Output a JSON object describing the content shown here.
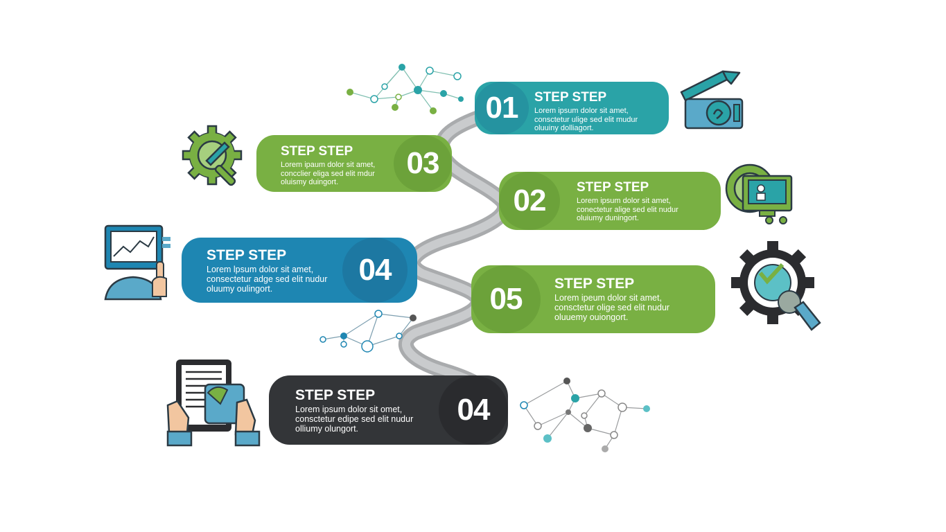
{
  "steps": [
    {
      "number": "01",
      "title": "STEP STEP",
      "desc": "Lorem ipsum dolor sit amet, consctetur ulige sed elit mudur oluuiny dolliagort."
    },
    {
      "number": "03",
      "title": "STEP STEP",
      "desc": "Lorem ipaum dolor sit amet, concclier eliga sed elit mdur oluismy duingort."
    },
    {
      "number": "02",
      "title": "STEP STEP",
      "desc": "Lorem ipsum dolor sit amet, conectetur alige sed elit nudur oluiumy duningort."
    },
    {
      "number": "04",
      "title": "STEP STEP",
      "desc": "Lorem lpsum dolor sit amet, consectetur adge sed elit nudur oluumy oulingort."
    },
    {
      "number": "05",
      "title": "STEP STEP",
      "desc": "Lorem ipeum dolor sit amet, consctetur olige sed elit nudur oluuemy ouiongort."
    },
    {
      "number": "04",
      "title": "STEP STEP",
      "desc": "Lorem ipsum dolor sit omet, consctetur edipe sed elit nudur olliumy olungort."
    }
  ],
  "colors": {
    "teal": "#2aa3a7",
    "green": "#79b043",
    "blue": "#1e86b2",
    "dark": "#333538",
    "road": "#a9abad"
  },
  "icons": [
    "megaphone-box-icon",
    "gear-brush-icon",
    "gear-monitor-icon",
    "analyst-chart-monitor-icon",
    "gear-magnifier-icon",
    "hands-tablet-icon",
    "network-nodes-icon"
  ]
}
